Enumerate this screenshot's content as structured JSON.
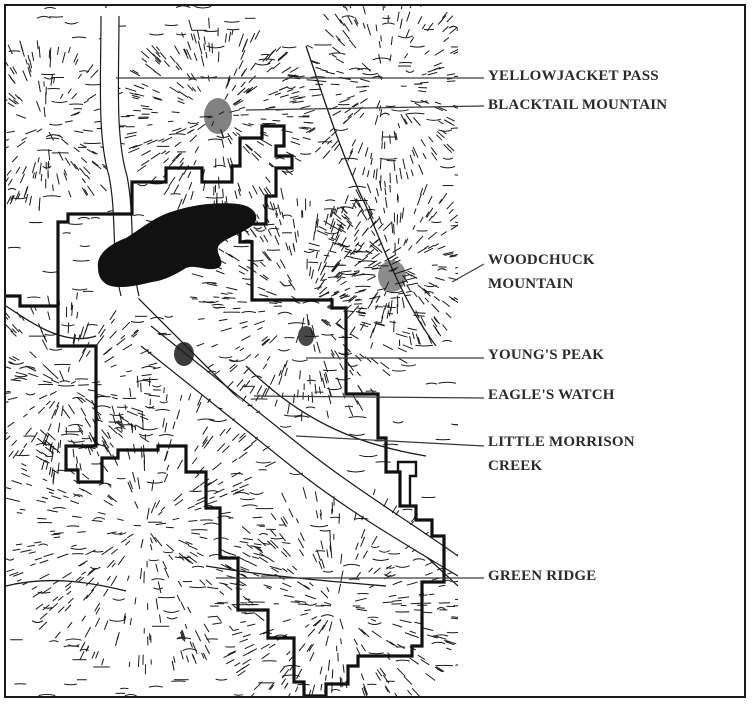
{
  "map": {
    "labels": {
      "yellowjacket_pass": "YELLOWJACKET PASS",
      "blacktail_mountain": "BLACKTAIL MOUNTAIN",
      "woodchuck_mountain_1": "WOODCHUCK",
      "woodchuck_mountain_2": "MOUNTAIN",
      "youngs_peak": "YOUNG'S PEAK",
      "eagles_watch": "EAGLE'S WATCH",
      "little_morrison_creek_1": "LITTLE MORRISON",
      "little_morrison_creek_2": "CREEK",
      "green_ridge": "GREEN RIDGE"
    },
    "colors": {
      "ink": "#1a1a1a",
      "label": "#2a2a2a",
      "lake": "#111111",
      "paper": "#ffffff"
    }
  }
}
